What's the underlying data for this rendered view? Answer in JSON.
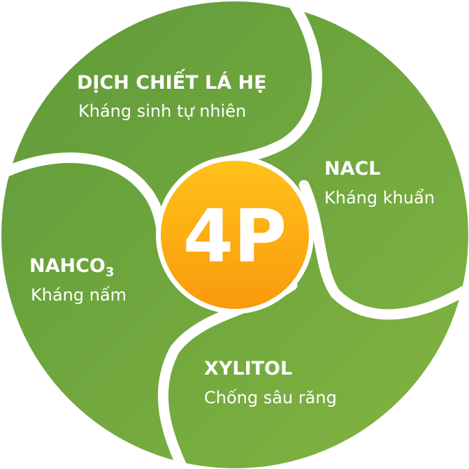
{
  "center": {
    "label": "4P"
  },
  "segments": [
    {
      "title": "DỊCH CHIẾT LÁ HẸ",
      "subtitle": "Kháng sinh tự nhiên"
    },
    {
      "title": "NACL",
      "subtitle": "Kháng khuẩn"
    },
    {
      "title": "XYLITOL",
      "subtitle": "Chống sâu răng"
    },
    {
      "title_main": "NAHCO",
      "title_sub": "3",
      "subtitle": "Kháng nấm"
    }
  ],
  "colors": {
    "green_light": "#82b441",
    "green_dark": "#5f9a3a",
    "divider": "#ffffff",
    "center_top": "#ffc21a",
    "center_bottom": "#f99a0c",
    "text": "#ffffff"
  }
}
